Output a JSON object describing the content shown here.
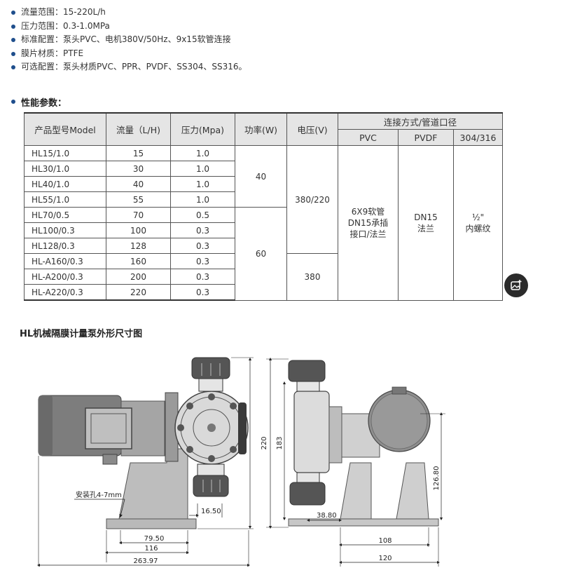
{
  "specs": [
    "流量范围：15-220L/h",
    "压力范围：0.3-1.0MPa",
    "标准配置：泵头PVC、电机380V/50Hz、9x15软管连接",
    "膜片材质：PTFE",
    "可选配置：泵头材质PVC、PPR、PVDF、SS304、SS316。"
  ],
  "perf_heading": "性能参数：",
  "table": {
    "headers": {
      "model": "产品型号Model",
      "flow": "流量（L/H)",
      "pressure": "压力(Mpa)",
      "power": "功率(W)",
      "voltage": "电压(V)",
      "connection": "连接方式/管道口径",
      "pvc": "PVC",
      "pvdf": "PVDF",
      "ss": "304/316"
    },
    "rows": [
      {
        "model": "HL15/1.0",
        "flow": "15",
        "pressure": "1.0"
      },
      {
        "model": "HL30/1.0",
        "flow": "30",
        "pressure": "1.0"
      },
      {
        "model": "HL40/1.0",
        "flow": "40",
        "pressure": "1.0"
      },
      {
        "model": "HL55/1.0",
        "flow": "55",
        "pressure": "1.0"
      },
      {
        "model": "HL70/0.5",
        "flow": "70",
        "pressure": "0.5"
      },
      {
        "model": "HL100/0.3",
        "flow": "100",
        "pressure": "0.3"
      },
      {
        "model": "HL128/0.3",
        "flow": "128",
        "pressure": "0.3"
      },
      {
        "model": "HL-A160/0.3",
        "flow": "160",
        "pressure": "0.3"
      },
      {
        "model": "HL-A200/0.3",
        "flow": "200",
        "pressure": "0.3"
      },
      {
        "model": "HL-A220/0.3",
        "flow": "220",
        "pressure": "0.3"
      }
    ],
    "power_40": "40",
    "power_60": "60",
    "voltage_380_220": "380/220",
    "voltage_380": "380",
    "pvc_lines": [
      "6X9软管",
      "DN15承插",
      "接口/法兰"
    ],
    "pvdf_lines": [
      "DN15",
      "法兰"
    ],
    "ss_lines": [
      "½\"",
      "内螺纹"
    ]
  },
  "drawing": {
    "title": "HL机械隔膜计量泵外形尺寸图",
    "mount_hole_label": "安装孔4-7mm",
    "dims": {
      "d220": "220",
      "d183": "183",
      "d126_80": "126.80",
      "d16_50": "16.50",
      "d38_80": "38.80",
      "d79_50": "79.50",
      "d116": "116",
      "d263_97": "263.97",
      "d108": "108",
      "d120": "120"
    }
  },
  "colors": {
    "bullet": "#1f4e8c",
    "header_bg": "#e5e5e5",
    "motor": "#7d7d7d",
    "bracket": "#b9b9b9",
    "pump_head": "#d9d9d9",
    "valve": "#555555"
  },
  "icons": {
    "floating_button": "image-add-icon"
  }
}
